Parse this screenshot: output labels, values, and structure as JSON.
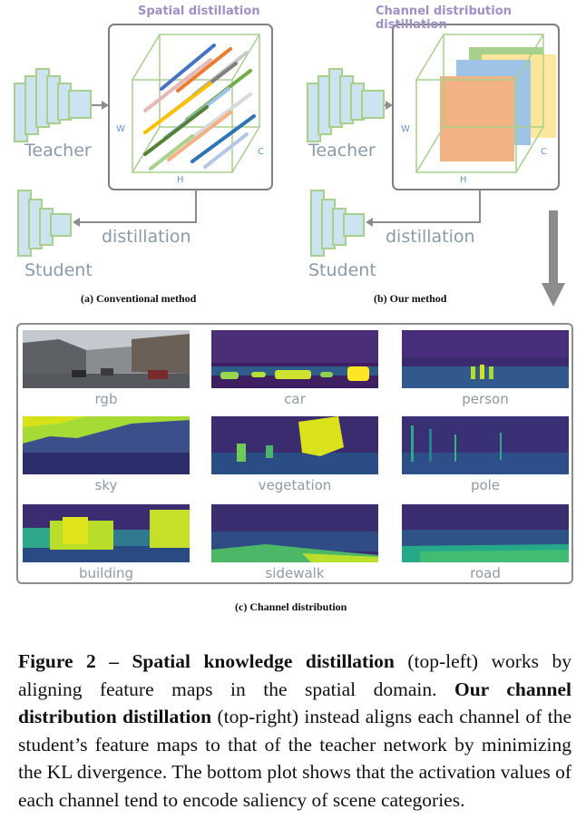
{
  "figure_a": {
    "header": "Spatial distillation",
    "teacher": "Teacher",
    "student": "Student",
    "distillation": "distillation",
    "axis_w": "W",
    "axis_h": "H",
    "axis_c": "C",
    "subcaption": "(a) Conventional method"
  },
  "figure_b": {
    "header": "Channel distribution distillation",
    "teacher": "Teacher",
    "student": "Student",
    "distillation": "distillation",
    "axis_w": "W",
    "axis_h": "H",
    "axis_c": "C",
    "subcaption": "(b) Our method"
  },
  "figure_c": {
    "subcaption": "(c) Channel distribution",
    "thumbnails": [
      "rgb",
      "car",
      "person",
      "sky",
      "vegetation",
      "pole",
      "building",
      "sidewalk",
      "road"
    ]
  },
  "caption": {
    "label": "Figure 2",
    "dash": " – ",
    "bold1": "Spatial knowledge distillation",
    "text1": " (top-left) works by aligning feature maps in the spatial domain. ",
    "bold2": "Our channel distribution distillation",
    "text2": " (top-right) instead aligns each channel of the student’s feature maps to that of the teacher network by minimizing the KL divergence. The bottom plot shows that the activation values of each channel tend to encode saliency of scene categories."
  },
  "colors": {
    "network_fill": "#cde3ef",
    "network_stroke": "#a8d08d",
    "box_border": "#7f7f7f",
    "label_gray": "#8a9aab",
    "header_purple": "#9e8fc9",
    "orange": "#f3b283",
    "blue": "#9dc3e6",
    "green": "#a9d18e",
    "yellow": "#ffe699"
  }
}
